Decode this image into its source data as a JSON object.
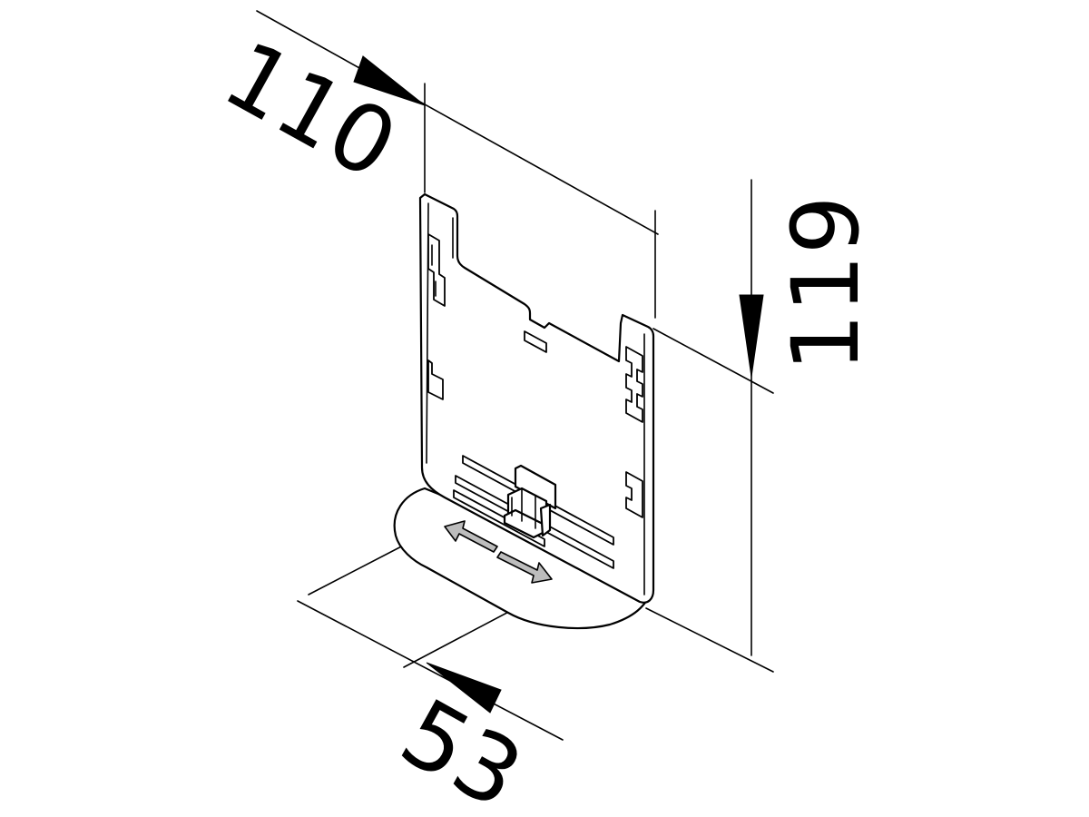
{
  "drawing": {
    "dimensions": {
      "width": "110",
      "height": "119",
      "depth": "53"
    },
    "colors": {
      "line": "#000000",
      "background": "#ffffff",
      "arrow_fill": "#bdbdbd"
    }
  }
}
